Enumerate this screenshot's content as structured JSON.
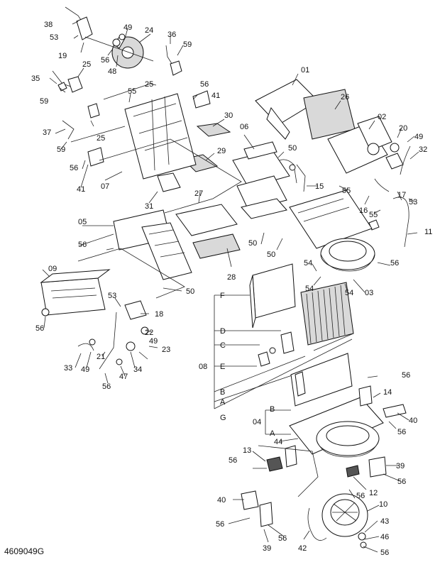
{
  "diagram_code": "4609049G",
  "labels": [
    {
      "id": "l38",
      "text": "38"
    },
    {
      "id": "l53a",
      "text": "53"
    },
    {
      "id": "l19",
      "text": "19"
    },
    {
      "id": "l49a",
      "text": "49"
    },
    {
      "id": "l24",
      "text": "24"
    },
    {
      "id": "l56a",
      "text": "56"
    },
    {
      "id": "l48",
      "text": "48"
    },
    {
      "id": "l36",
      "text": "36"
    },
    {
      "id": "l59a",
      "text": "59"
    },
    {
      "id": "l35",
      "text": "35"
    },
    {
      "id": "l25a",
      "text": "25"
    },
    {
      "id": "l59b",
      "text": "59"
    },
    {
      "id": "l55a",
      "text": "55"
    },
    {
      "id": "l25b",
      "text": "25"
    },
    {
      "id": "l56b",
      "text": "56"
    },
    {
      "id": "l41a",
      "text": "41"
    },
    {
      "id": "l37",
      "text": "37"
    },
    {
      "id": "l25c",
      "text": "25"
    },
    {
      "id": "l59c",
      "text": "59"
    },
    {
      "id": "l30",
      "text": "30"
    },
    {
      "id": "l56c",
      "text": "56"
    },
    {
      "id": "l41b",
      "text": "41"
    },
    {
      "id": "l07",
      "text": "07"
    },
    {
      "id": "l29",
      "text": "29"
    },
    {
      "id": "l31",
      "text": "31"
    },
    {
      "id": "l27",
      "text": "27"
    },
    {
      "id": "l05",
      "text": "05"
    },
    {
      "id": "l56d",
      "text": "56"
    },
    {
      "id": "l09",
      "text": "09"
    },
    {
      "id": "l56e",
      "text": "56"
    },
    {
      "id": "l50a",
      "text": "50"
    },
    {
      "id": "l28",
      "text": "28"
    },
    {
      "id": "l53b",
      "text": "53"
    },
    {
      "id": "l18",
      "text": "18"
    },
    {
      "id": "l22",
      "text": "22"
    },
    {
      "id": "l23",
      "text": "23"
    },
    {
      "id": "l49b",
      "text": "49"
    },
    {
      "id": "l33",
      "text": "33"
    },
    {
      "id": "l49c",
      "text": "49"
    },
    {
      "id": "l21",
      "text": "21"
    },
    {
      "id": "l34",
      "text": "34"
    },
    {
      "id": "l47",
      "text": "47"
    },
    {
      "id": "l56f",
      "text": "56"
    },
    {
      "id": "l01",
      "text": "01"
    },
    {
      "id": "l26",
      "text": "26"
    },
    {
      "id": "l02",
      "text": "02"
    },
    {
      "id": "l20",
      "text": "20"
    },
    {
      "id": "l49d",
      "text": "49"
    },
    {
      "id": "l32",
      "text": "32"
    },
    {
      "id": "l06",
      "text": "06"
    },
    {
      "id": "l50b",
      "text": "50"
    },
    {
      "id": "l15",
      "text": "15"
    },
    {
      "id": "l55b",
      "text": "55"
    },
    {
      "id": "l17",
      "text": "17"
    },
    {
      "id": "l53c",
      "text": "53"
    },
    {
      "id": "l16",
      "text": "16"
    },
    {
      "id": "l55c",
      "text": "55"
    },
    {
      "id": "l11",
      "text": "11"
    },
    {
      "id": "l50c",
      "text": "50"
    },
    {
      "id": "l50d",
      "text": "50"
    },
    {
      "id": "l56g",
      "text": "56"
    },
    {
      "id": "l54a",
      "text": "54"
    },
    {
      "id": "l54b",
      "text": "54"
    },
    {
      "id": "l54c",
      "text": "54"
    },
    {
      "id": "l03",
      "text": "03"
    },
    {
      "id": "lF",
      "text": "F"
    },
    {
      "id": "lD",
      "text": "D"
    },
    {
      "id": "lC",
      "text": "C"
    },
    {
      "id": "l08",
      "text": "08"
    },
    {
      "id": "lE",
      "text": "E"
    },
    {
      "id": "lB1",
      "text": "B"
    },
    {
      "id": "lA1",
      "text": "A"
    },
    {
      "id": "lG",
      "text": "G"
    },
    {
      "id": "l56h",
      "text": "56"
    },
    {
      "id": "l14",
      "text": "14"
    },
    {
      "id": "lB2",
      "text": "B"
    },
    {
      "id": "l04",
      "text": "04"
    },
    {
      "id": "lA2",
      "text": "A"
    },
    {
      "id": "l40a",
      "text": "40"
    },
    {
      "id": "l56i",
      "text": "56"
    },
    {
      "id": "l44",
      "text": "44"
    },
    {
      "id": "l13",
      "text": "13"
    },
    {
      "id": "l56j",
      "text": "56"
    },
    {
      "id": "l39a",
      "text": "39"
    },
    {
      "id": "l56k",
      "text": "56"
    },
    {
      "id": "l56l",
      "text": "56"
    },
    {
      "id": "l12",
      "text": "12"
    },
    {
      "id": "l40b",
      "text": "40"
    },
    {
      "id": "l10",
      "text": "10"
    },
    {
      "id": "l56m",
      "text": "56"
    },
    {
      "id": "l43",
      "text": "43"
    },
    {
      "id": "l56n",
      "text": "56"
    },
    {
      "id": "l46",
      "text": "46"
    },
    {
      "id": "l39b",
      "text": "39"
    },
    {
      "id": "l42",
      "text": "42"
    },
    {
      "id": "l56o",
      "text": "56"
    }
  ]
}
